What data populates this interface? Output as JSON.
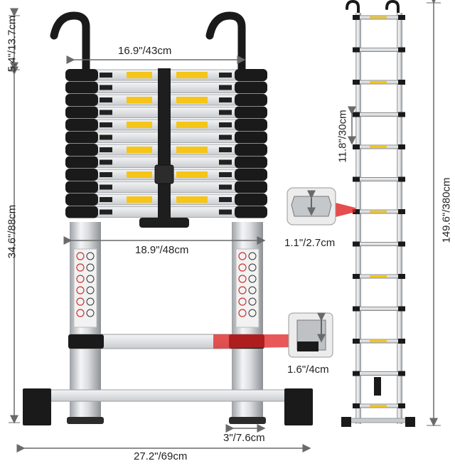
{
  "dimensions": {
    "hook_height": "5.4\"/13.7cm",
    "hook_span": "16.9\"/43cm",
    "closed_height": "34.6\"/88cm",
    "inner_width": "18.9\"/48cm",
    "rung_spacing": "11.8\"/30cm",
    "extended_height": "149.6\"/380cm",
    "rung_depth": "1.1\"/2.7cm",
    "stabilizer_depth": "1.6\"/4cm",
    "foot_width": "3\"/7.6cm",
    "base_width": "27.2\"/69cm"
  },
  "colors": {
    "frame": "#1a1a1a",
    "aluminum": "#d6d8da",
    "sticker": "#f5c518",
    "highlight": "#e02020",
    "arrow": "#6a6a6a"
  }
}
